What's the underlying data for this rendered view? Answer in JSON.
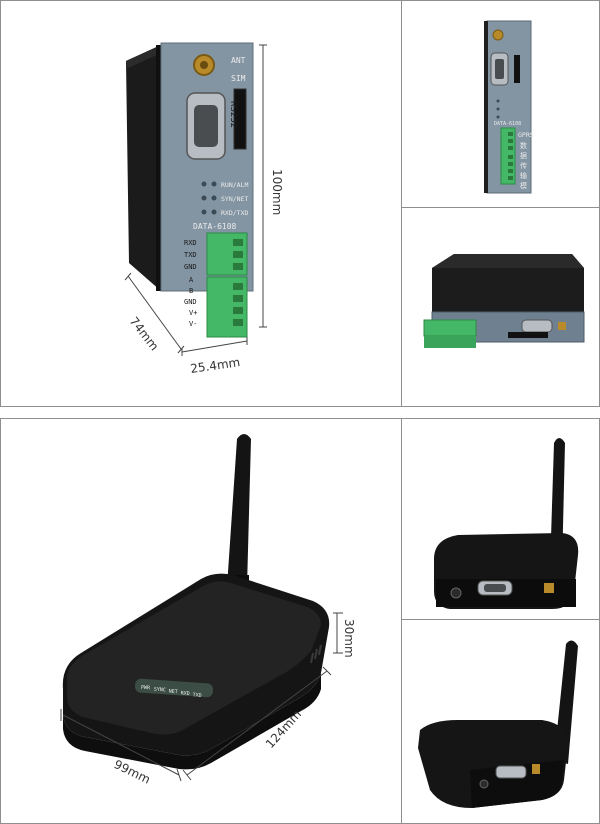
{
  "gateway": {
    "model": "DATA-6108",
    "ant": "ANT",
    "sim": "SIM",
    "rs232": "RS232",
    "leds": [
      "RUN/ALM",
      "SYN/NET",
      "RXD/TXD"
    ],
    "pins": [
      "RXD",
      "TXD",
      "GND",
      "A",
      "B",
      "GND",
      "V+",
      "V-"
    ],
    "side_text": "GPRS\n数据\n传输\n模块",
    "dims": {
      "height": "100mm",
      "depth": "74mm",
      "width": "25.4mm"
    }
  },
  "router": {
    "leds": [
      "PWR",
      "SYNC",
      "NET",
      "RXD",
      "TXD"
    ],
    "dims": {
      "height": "30mm",
      "depth": "124mm",
      "width": "99mm"
    }
  }
}
